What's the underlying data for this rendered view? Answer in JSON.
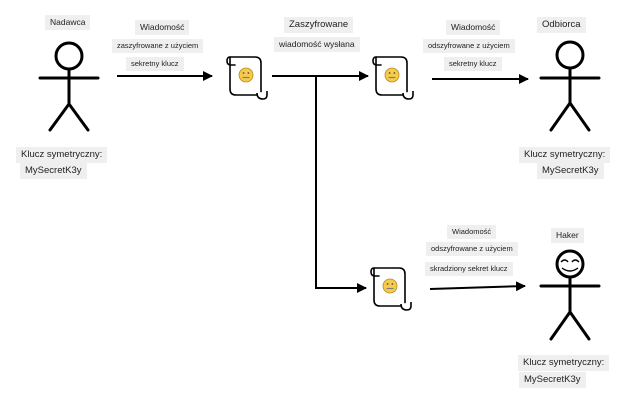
{
  "actors": {
    "sender": {
      "name": "Nadawca",
      "key_caption": "Klucz symetryczny:",
      "key_value": "MySecretK3y"
    },
    "receiver": {
      "name": "Odbiorca",
      "key_caption": "Klucz symetryczny:",
      "key_value": "MySecretK3y"
    },
    "hacker": {
      "name": "Haker",
      "key_caption": "Klucz symetryczny:",
      "key_value": "MySecretK3y"
    }
  },
  "steps": {
    "encrypt": {
      "line1": "Wiadomość",
      "line2": "zaszyfrowane z użyciem",
      "line3": "sekretny klucz"
    },
    "send": {
      "line1": "Zaszyfrowane",
      "line2": "wiadomość wysłana"
    },
    "decrypt": {
      "line1": "Wiadomość",
      "line2": "odszyfrowane z użyciem",
      "line3": "sekretny klucz"
    },
    "steal": {
      "line1": "Wiadomość",
      "line2": "odszyfrowane z użyciem",
      "line3": "skradziony sekret klucz"
    }
  },
  "icons": {
    "scroll": "scroll-icon",
    "zipper_face": "zipper-mouth-face-icon",
    "actor": "stick-figure-icon",
    "hacker_face": "hacker-face-icon"
  }
}
